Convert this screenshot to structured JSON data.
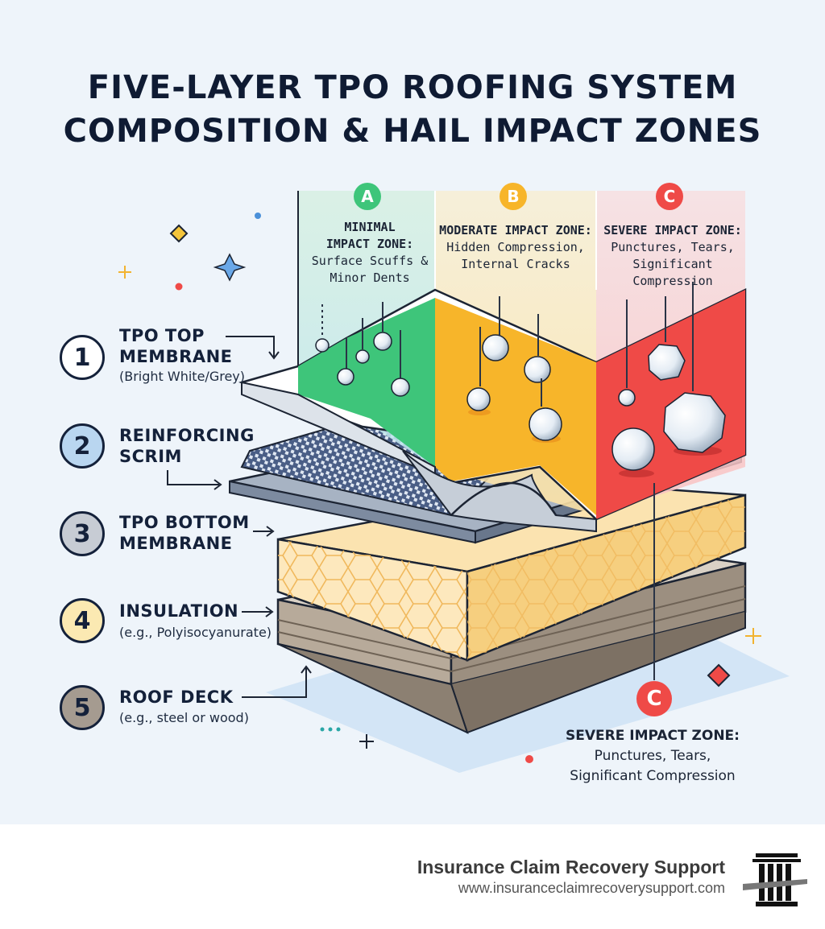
{
  "title": {
    "line1": "FIVE-LAYER TPO ROOFING SYSTEM",
    "line2": "COMPOSITION & HAIL IMPACT ZONES"
  },
  "layers": [
    {
      "number": "1",
      "name_line1": "TPO TOP",
      "name_line2": "MEMBRANE",
      "detail": "(Bright White/Grey)"
    },
    {
      "number": "2",
      "name_line1": "REINFORCING",
      "name_line2": "SCRIM",
      "detail": ""
    },
    {
      "number": "3",
      "name_line1": "TPO BOTTOM",
      "name_line2": "MEMBRANE",
      "detail": ""
    },
    {
      "number": "4",
      "name_line1": "INSULATION",
      "name_line2": "",
      "detail": "(e.g., Polyisocyanurate)"
    },
    {
      "number": "5",
      "name_line1": "ROOF DECK",
      "name_line2": "",
      "detail": "(e.g., steel or wood)"
    }
  ],
  "zones": [
    {
      "badge": "A",
      "title_line1": "MINIMAL",
      "title_line2": "IMPACT ZONE:",
      "desc_line1": "Surface Scuffs &",
      "desc_line2": "Minor Dents",
      "color": "#3ec57a"
    },
    {
      "badge": "B",
      "title_line1": "MODERATE IMPACT ZONE:",
      "title_line2": "",
      "desc_line1": "Hidden Compression,",
      "desc_line2": "Internal Cracks",
      "color": "#f7b52a"
    },
    {
      "badge": "C",
      "title_line1": "SEVERE IMPACT ZONE:",
      "title_line2": "",
      "desc_line1": "Punctures, Tears,",
      "desc_line2": "Significant Compression",
      "color": "#ef4a47"
    }
  ],
  "callout": {
    "badge": "C",
    "title": "SEVERE IMPACT ZONE:",
    "desc_line1": "Punctures, Tears,",
    "desc_line2": "Significant Compression"
  },
  "footer": {
    "brand_name": "Insurance Claim Recovery Support",
    "url": "www.insuranceclaimrecoverysupport.com"
  },
  "colors": {
    "background": "#eef4fa",
    "ink": "#14213a",
    "zone_a": "#3ec57a",
    "zone_b": "#f7b52a",
    "zone_c": "#ef4a47"
  },
  "icons": [
    "hailstone-icon",
    "arrow-icon",
    "pillar-logo-icon",
    "sparkle-icon"
  ]
}
